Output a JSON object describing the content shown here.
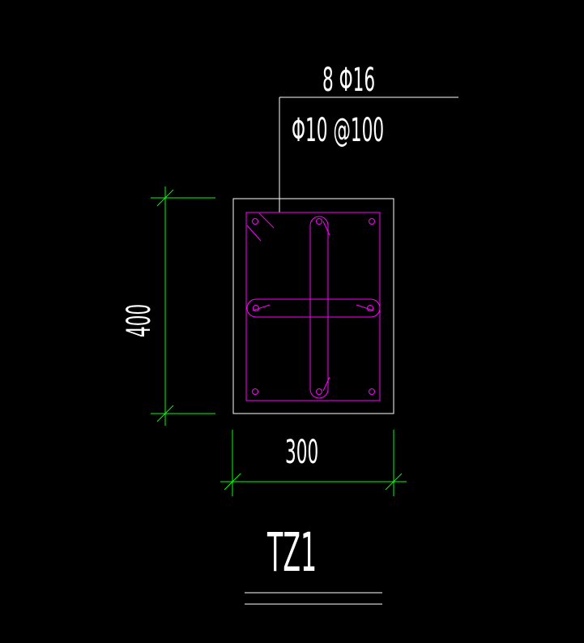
{
  "colors": {
    "background": "#000000",
    "outline": "#ffffff",
    "rebar": "#ff00ff",
    "dimension": "#00ff00",
    "text": "#ffffff"
  },
  "annotation": {
    "main_bars": "8 Φ16",
    "stirrups": "Φ10 @100"
  },
  "dimensions": {
    "height": "400",
    "width": "300"
  },
  "title": "TZ1"
}
